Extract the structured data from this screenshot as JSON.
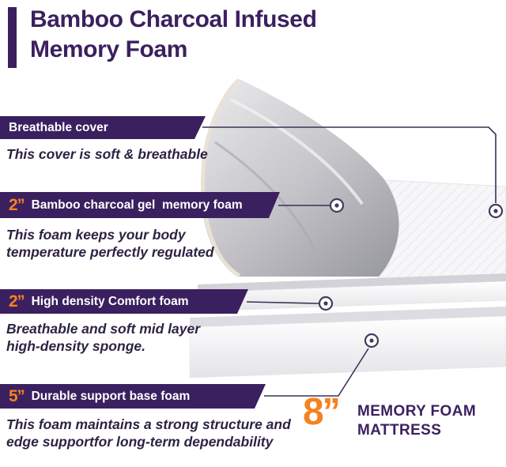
{
  "title": {
    "line1": "Bamboo Charcoal Infused",
    "line2": "Memory Foam"
  },
  "callouts": [
    {
      "size": "",
      "label": "Breathable cover",
      "desc1": "This cover is soft & breathable",
      "desc2": ""
    },
    {
      "size": "2’’",
      "label": "Bamboo charcoal gel  memory foam",
      "desc1": "This foam keeps your body",
      "desc2": "temperature perfectly regulated"
    },
    {
      "size": "2’’",
      "label": "High density Comfort foam",
      "desc1": "Breathable and soft mid layer",
      "desc2": "high-density sponge."
    },
    {
      "size": "5’’",
      "label": "Durable support base foam",
      "desc1": "This foam maintains a strong structure and",
      "desc2": "edge supportfor long-term dependability"
    }
  ],
  "badge": {
    "size": "8’’",
    "line1": "MEMORY FOAM",
    "line2": "MATTRESS"
  },
  "colors": {
    "purple": "#3b2060",
    "orange": "#f58220",
    "line": "#3e3152"
  }
}
